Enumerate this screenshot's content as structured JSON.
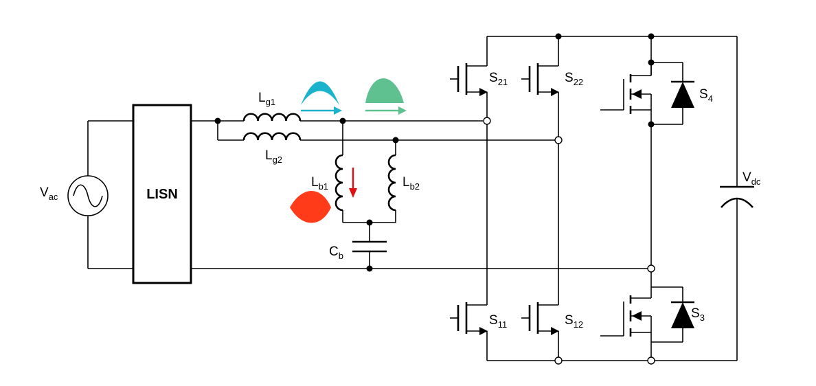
{
  "source": {
    "base": "V",
    "sub": "ac"
  },
  "lisn": {
    "label": "LISN"
  },
  "inductors": {
    "lg1": {
      "base": "L",
      "sub": "g1"
    },
    "lg2": {
      "base": "L",
      "sub": "g2"
    },
    "lb1": {
      "base": "L",
      "sub": "b1"
    },
    "lb2": {
      "base": "L",
      "sub": "b2"
    }
  },
  "capacitors": {
    "cb": {
      "base": "C",
      "sub": "b"
    },
    "vdc": {
      "base": "V",
      "sub": "dc"
    }
  },
  "switches": {
    "s21": {
      "base": "S",
      "sub": "21"
    },
    "s22": {
      "base": "S",
      "sub": "22"
    },
    "s11": {
      "base": "S",
      "sub": "11"
    },
    "s12": {
      "base": "S",
      "sub": "12"
    },
    "s4": {
      "base": "S",
      "sub": "4"
    },
    "s3": {
      "base": "S",
      "sub": "3"
    }
  },
  "colors": {
    "current_lg1": "#1BB2CC",
    "current_lg2": "#5FC090",
    "current_lb": "#E01010",
    "current_lb_pulse": "#FF3B1A",
    "wire": "#000000"
  }
}
